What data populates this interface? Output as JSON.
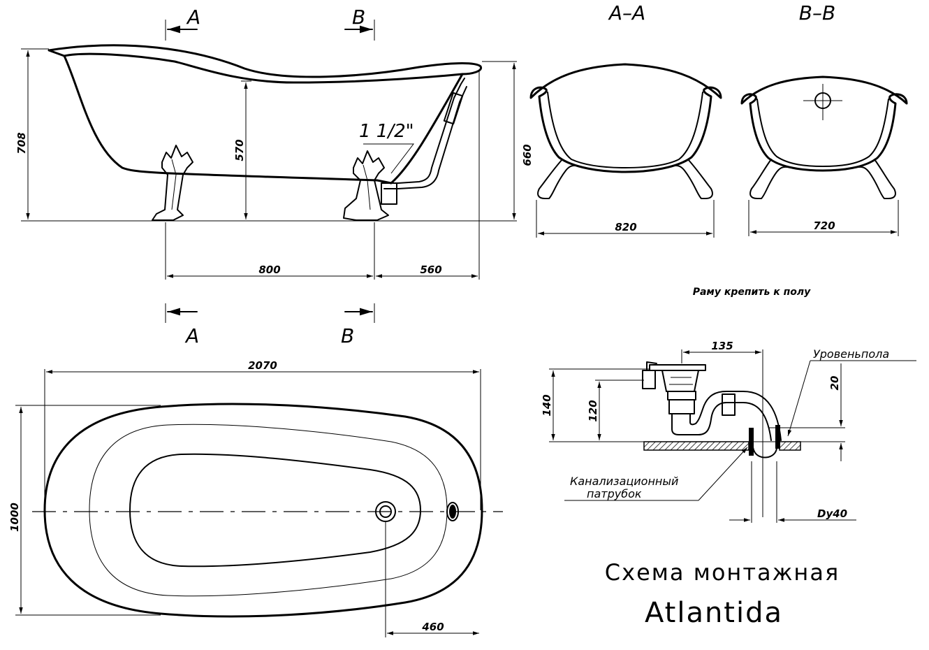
{
  "side_view": {
    "height_total": "708",
    "height_rim": "570",
    "height_drain_side": "660",
    "feet_spacing": "800",
    "feet_to_end": "560",
    "drain_size": "1 1/2\""
  },
  "section_markers": {
    "a": "A",
    "b": "B"
  },
  "section_aa": {
    "title": "A–A",
    "width": "820"
  },
  "section_bb": {
    "title": "B–B",
    "width": "720"
  },
  "note": "Раму крепить к полу",
  "top_view": {
    "length": "2070",
    "width": "1000",
    "drain_offset": "460"
  },
  "drain_detail": {
    "dim_135": "135",
    "dim_140": "140",
    "dim_120": "120",
    "dim_20": "20",
    "dim_dy40": "Dy40",
    "floor_level": "Уровеньпола",
    "sewer_label_1": "Канализационный",
    "sewer_label_2": "патрубок"
  },
  "title": {
    "line1": "Схема монтажная",
    "line2": "Atlantida"
  }
}
